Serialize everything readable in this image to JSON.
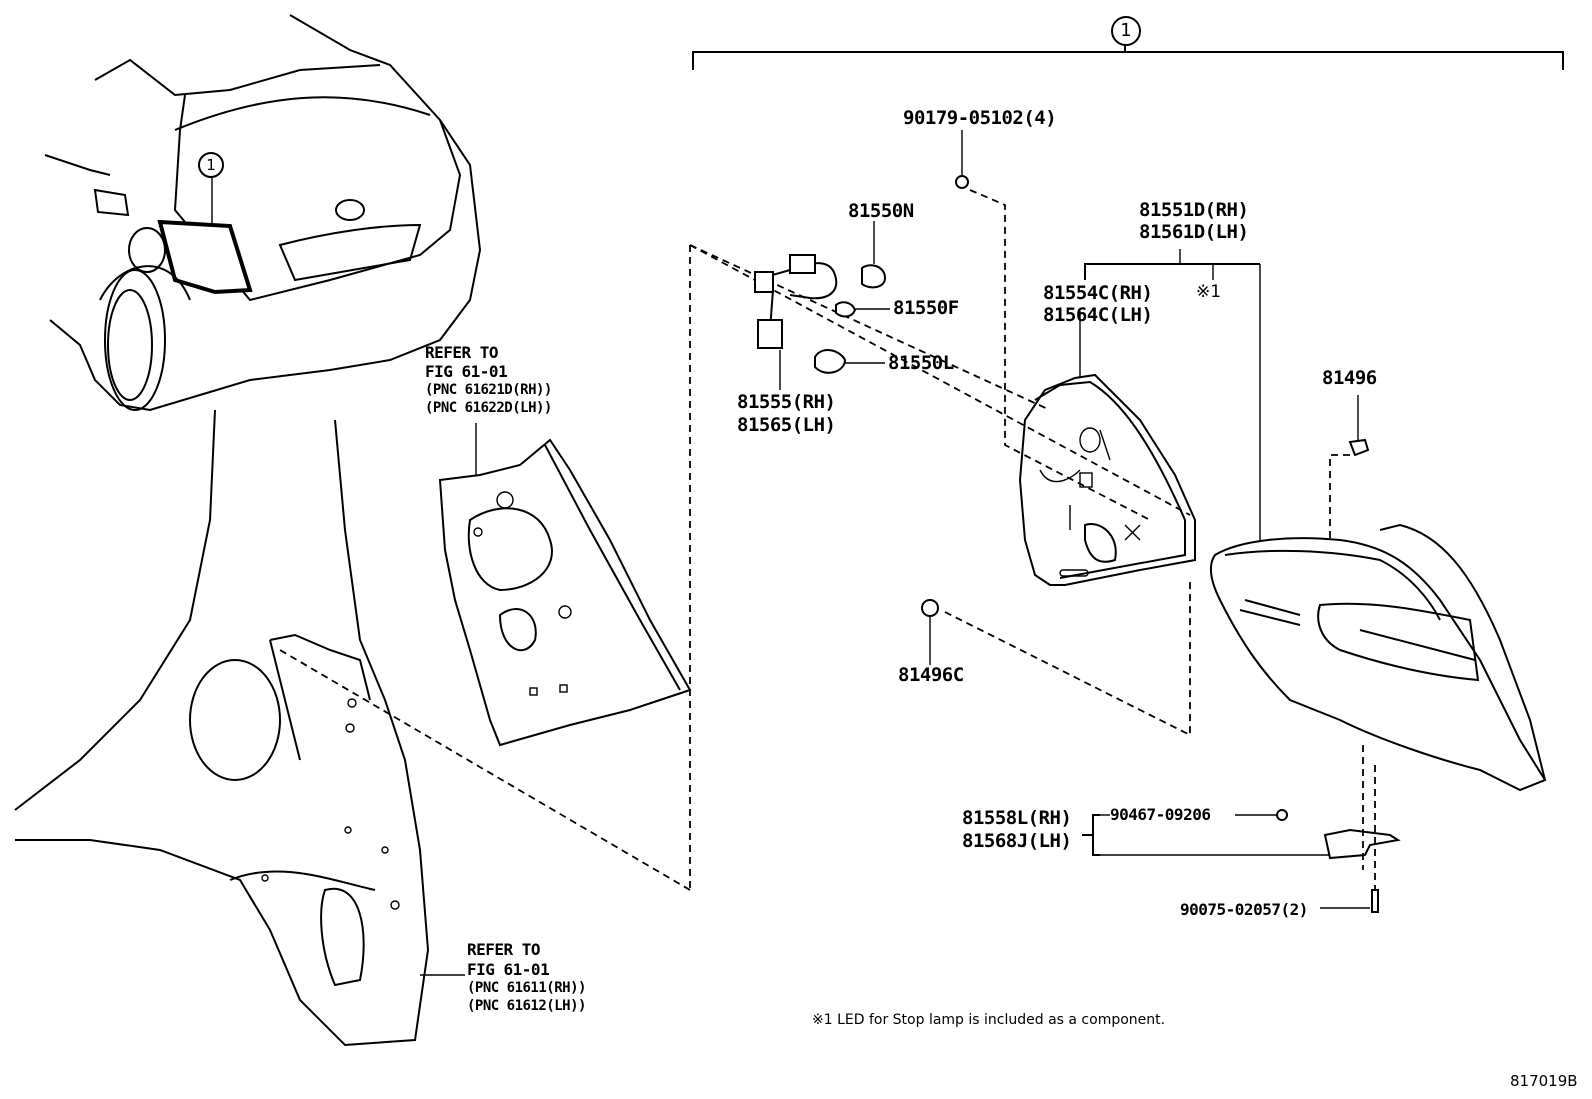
{
  "callout": "1",
  "labels": {
    "bolt_top": "90179-05102(4)",
    "bulb_n": "81550N",
    "bulb_f": "81550F",
    "bulb_l": "81550L",
    "socket_rh": "81555(RH)",
    "socket_lh": "81565(LH)",
    "lamp_rh": "81551D(RH)",
    "lamp_lh": "81561D(LH)",
    "note_ref": "※1",
    "lens_rh": "81554C(RH)",
    "lens_lh": "81564C(LH)",
    "clip": "81496",
    "clip_c": "81496C",
    "bracket_rh": "81558L(RH)",
    "bracket_lh": "81568J(LH)",
    "screw": "90467-09206",
    "bolt_bottom": "90075-02057(2)"
  },
  "refer_upper": {
    "line1": "REFER TO",
    "line2": "FIG 61-01",
    "line3": "(PNC 61621D(RH))",
    "line4": "(PNC 61622D(LH))"
  },
  "refer_lower": {
    "line1": "REFER TO",
    "line2": "FIG 61-01",
    "line3": "(PNC 61611(RH))",
    "line4": "(PNC 61612(LH))"
  },
  "footnote": "※1 LED for Stop lamp is included as a component.",
  "figure_id": "817019B"
}
